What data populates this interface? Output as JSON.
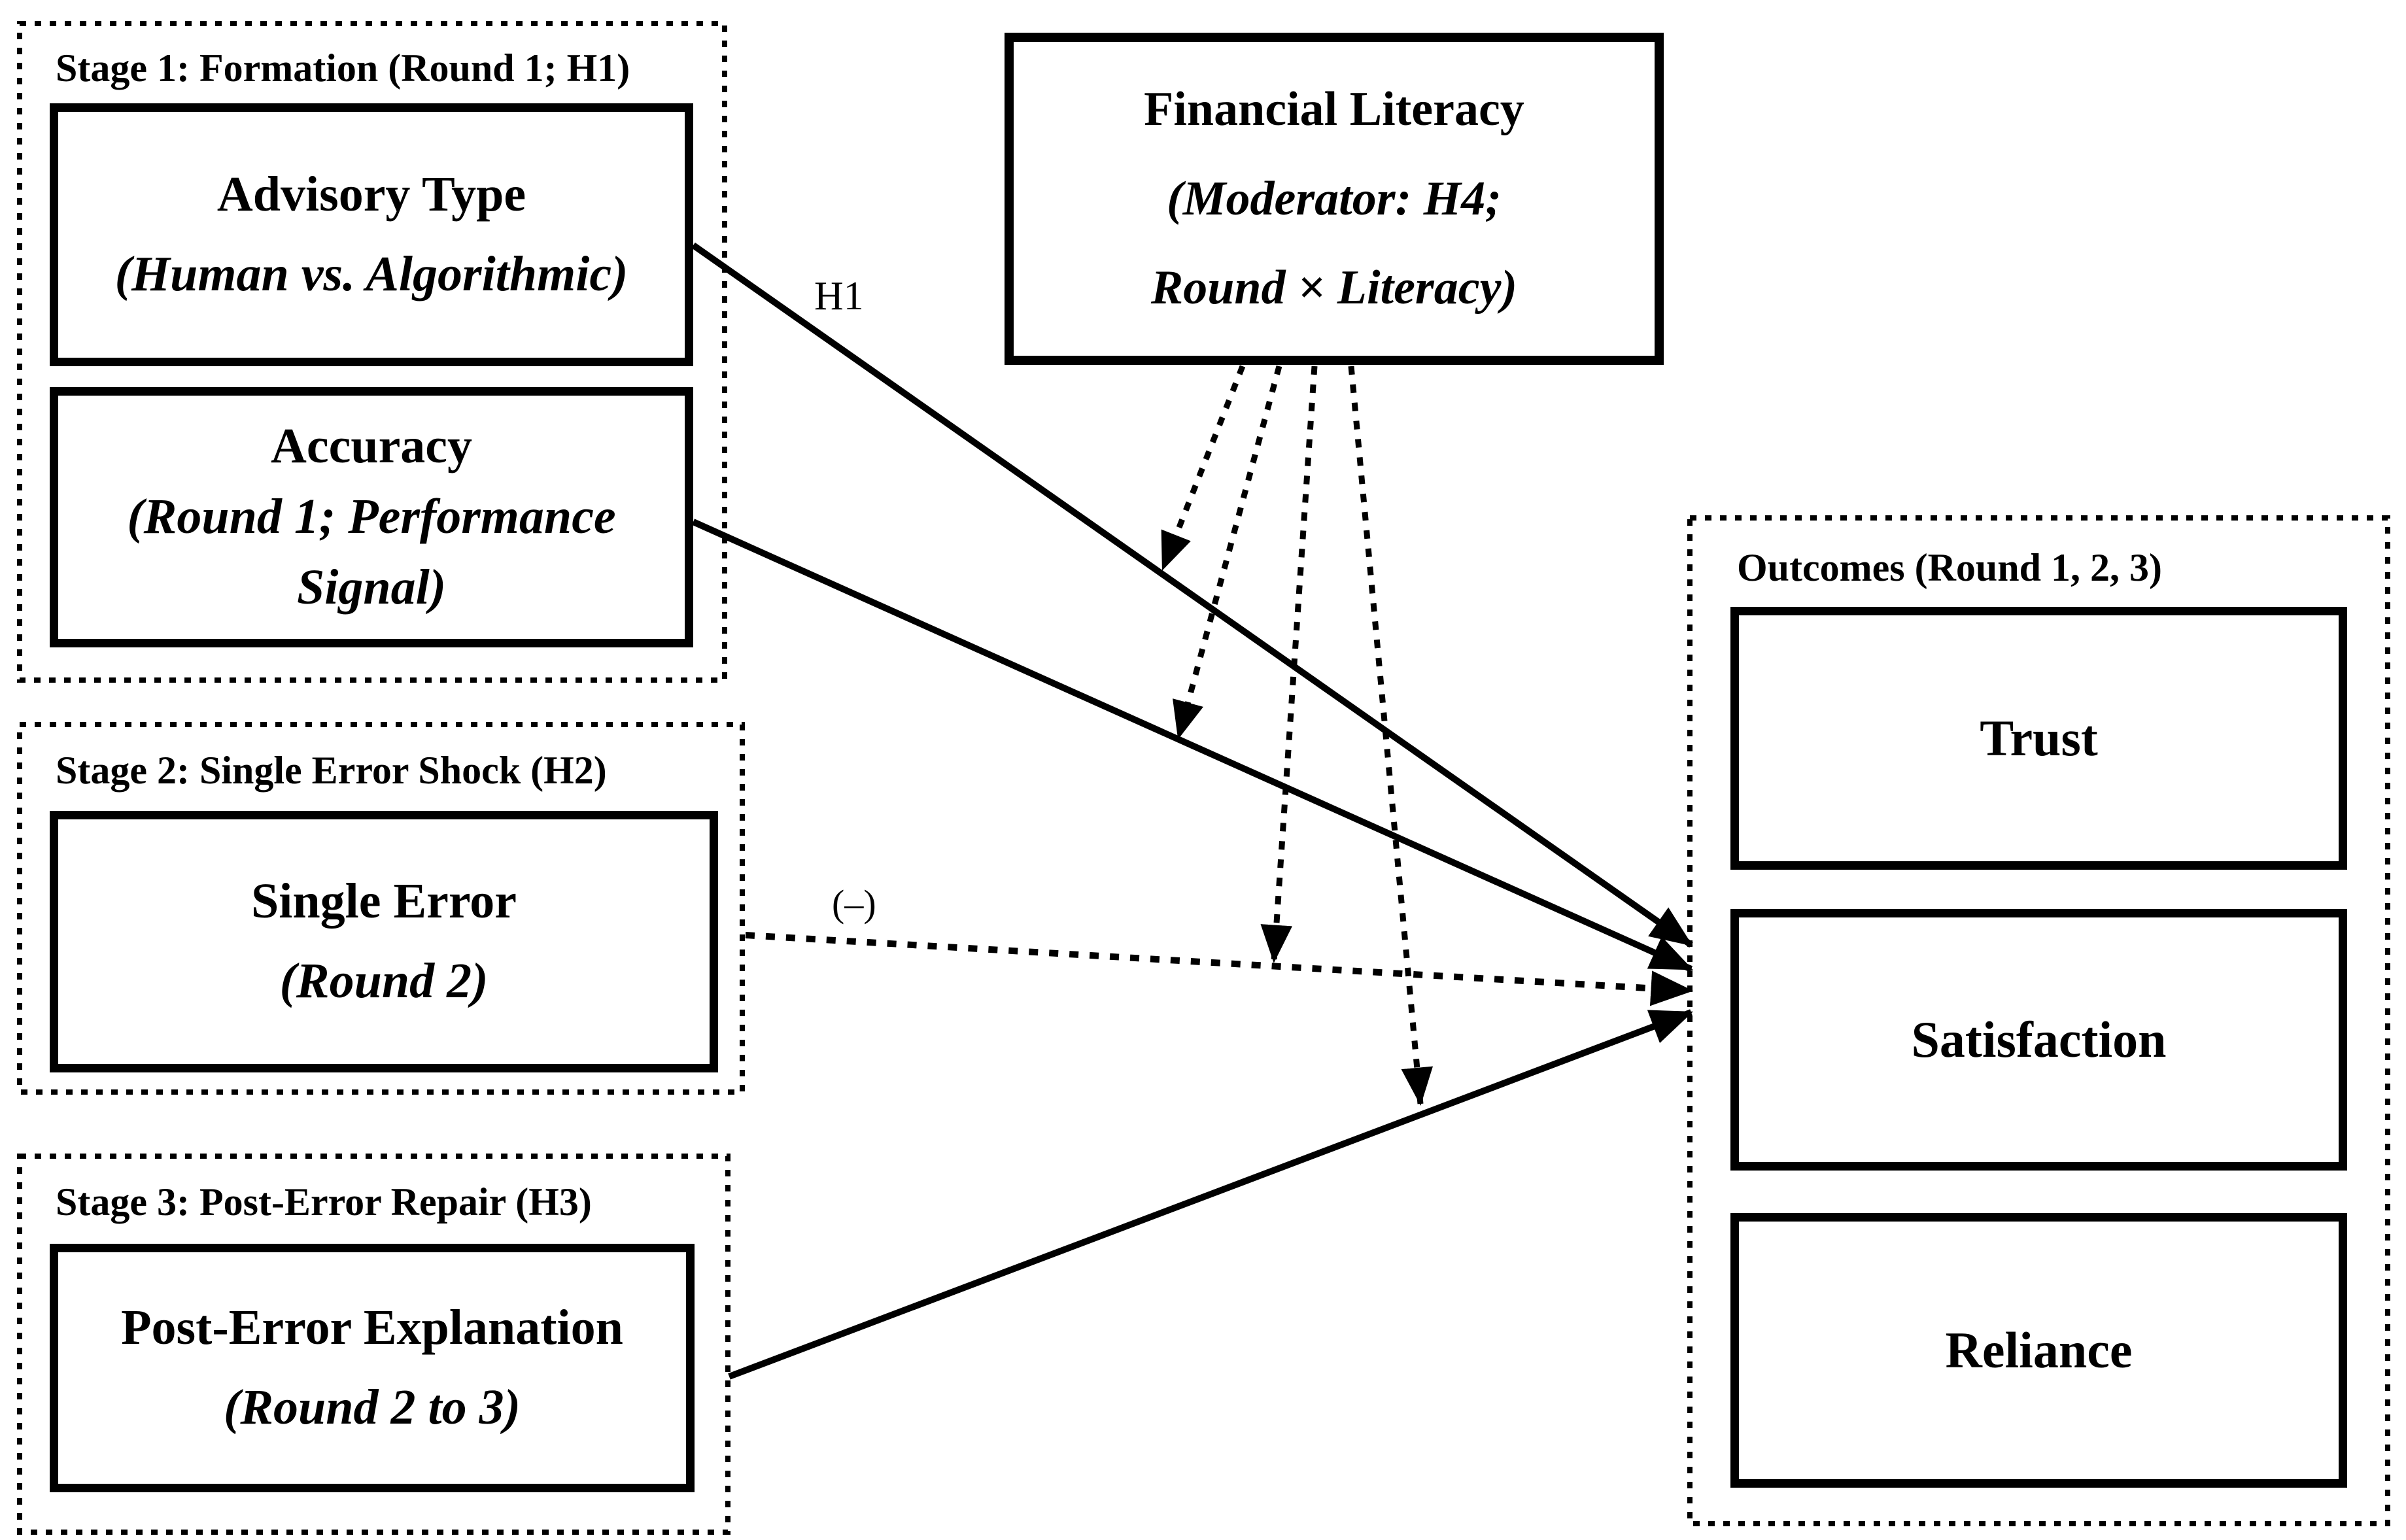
{
  "diagram": {
    "colors": {
      "ink": "#000000",
      "background": "#ffffff"
    },
    "stage1": {
      "title": "Stage 1: Formation (Round 1; H1)",
      "advisory": {
        "lines": [
          "Advisory Type",
          "(Human vs. Algorithmic)"
        ]
      },
      "accuracy": {
        "lines": [
          "Accuracy",
          "(Round 1; Performance",
          "Signal)"
        ]
      }
    },
    "stage2": {
      "title": "Stage 2: Single Error Shock (H2)",
      "single_error": {
        "lines": [
          "Single Error",
          "(Round 2)"
        ]
      }
    },
    "stage3": {
      "title": "Stage 3: Post-Error Repair (H3)",
      "post_error": {
        "lines": [
          "Post-Error Explanation",
          "(Round 2 to 3)"
        ]
      }
    },
    "moderator": {
      "lines": [
        "Financial Literacy",
        "(Moderator: H4;",
        "Round × Literacy)"
      ]
    },
    "outcomes": {
      "title": "Outcomes (Round 1, 2, 3)",
      "trust": "Trust",
      "satisfaction": "Satisfaction",
      "reliance": "Reliance"
    },
    "path_labels": {
      "h1": "H1",
      "negative_effect": "(–)"
    },
    "edges": [
      {
        "from": "Advisory Type",
        "to": "Outcomes",
        "style": "solid",
        "label": "H1"
      },
      {
        "from": "Accuracy",
        "to": "Outcomes",
        "style": "solid",
        "label": ""
      },
      {
        "from": "Single Error",
        "to": "Outcomes",
        "style": "dotted",
        "label": "(–)"
      },
      {
        "from": "Post-Error Explanation",
        "to": "Outcomes",
        "style": "solid",
        "label": ""
      },
      {
        "from": "Financial Literacy",
        "to": "Advisory Type → Outcomes path",
        "style": "dotted",
        "label": ""
      },
      {
        "from": "Financial Literacy",
        "to": "Accuracy → Outcomes path",
        "style": "dotted",
        "label": ""
      },
      {
        "from": "Financial Literacy",
        "to": "Single Error → Outcomes path",
        "style": "dotted",
        "label": ""
      },
      {
        "from": "Financial Literacy",
        "to": "Post-Error Explanation → Outcomes path",
        "style": "dotted",
        "label": ""
      }
    ]
  }
}
